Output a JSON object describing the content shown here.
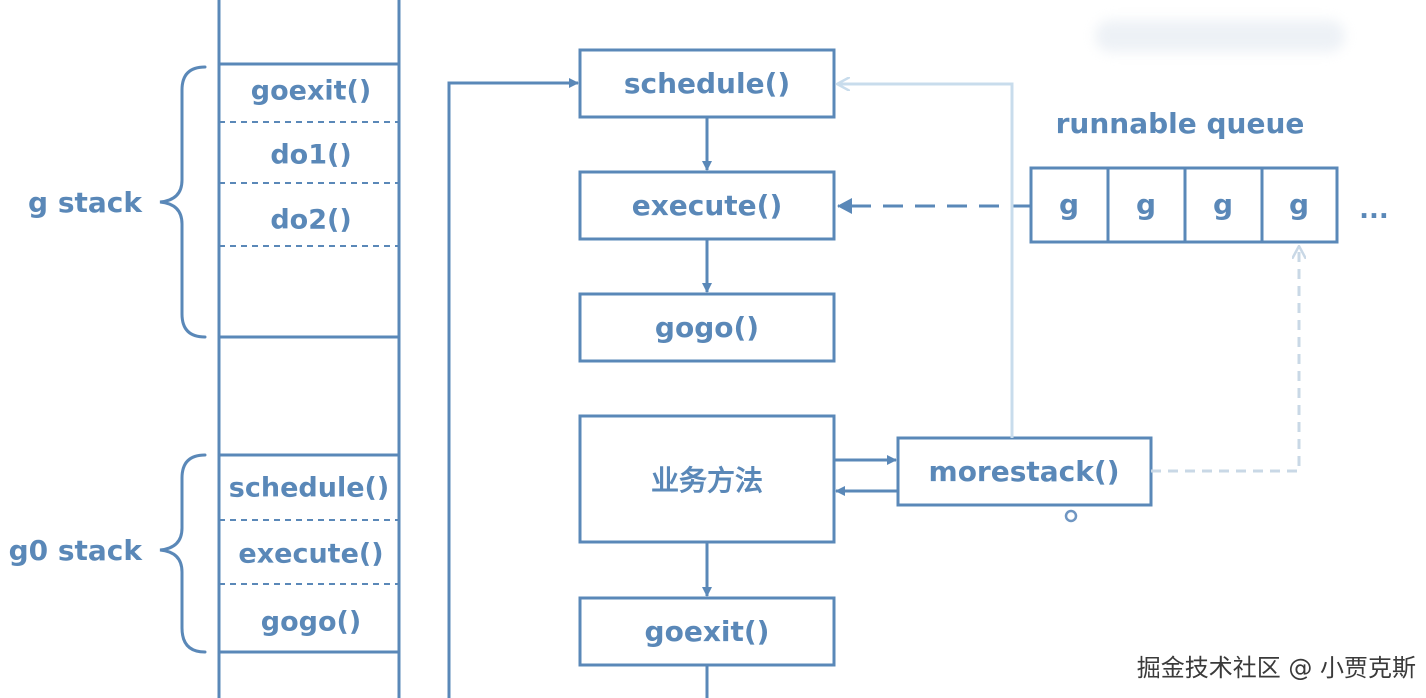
{
  "g_stack": {
    "label": "g stack",
    "frames": [
      "goexit()",
      "do1()",
      "do2()"
    ]
  },
  "g0_stack": {
    "label": "g0 stack",
    "frames": [
      "schedule()",
      "execute()",
      "gogo()"
    ]
  },
  "flow": {
    "schedule": "schedule()",
    "execute": "execute()",
    "gogo": "gogo()",
    "business": "业务方法",
    "goexit": "goexit()",
    "morestack": "morestack()"
  },
  "queue": {
    "title": "runnable queue",
    "items": [
      "g",
      "g",
      "g",
      "g"
    ],
    "ellipsis": "..."
  },
  "watermark": "掘金技术社区 @ 小贾克斯",
  "colors": {
    "line": "#5a88b8",
    "light_arrow": "#c8dcec",
    "dashed_light": "#c9d8e6",
    "text": "#5a88b8"
  }
}
